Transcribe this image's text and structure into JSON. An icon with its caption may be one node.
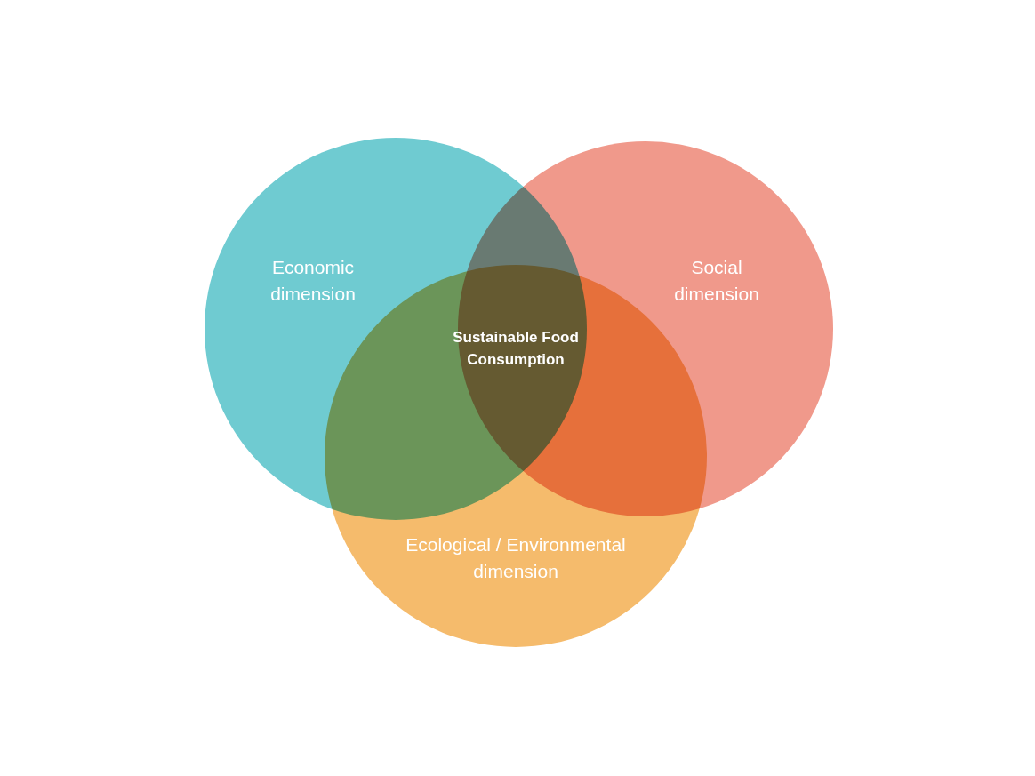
{
  "diagram": {
    "nodes": [
      {
        "text": [
          "Economic dimension"
        ]
      },
      {
        "text": [
          "Social dimension"
        ]
      },
      {
        "text": [
          "Ecological / Environmental dimension"
        ]
      }
    ],
    "labels": [
      "Sustainable Food Consumption"
    ]
  }
}
